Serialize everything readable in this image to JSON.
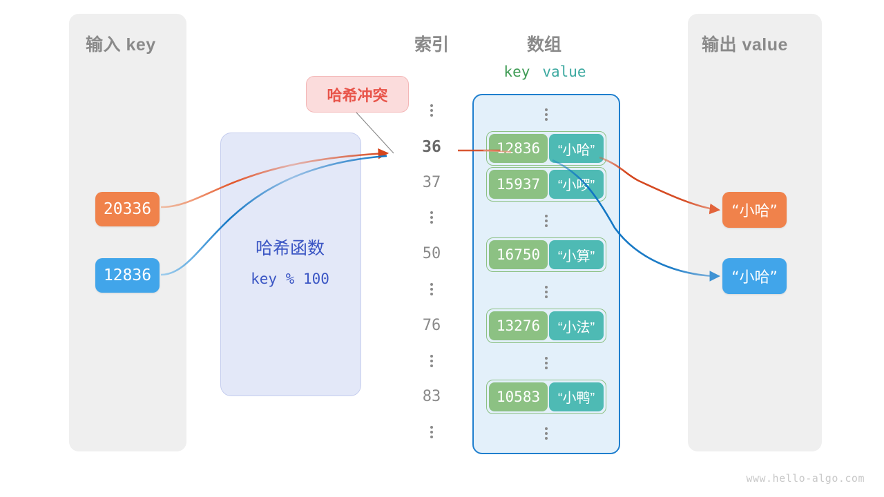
{
  "watermark": "www.hello-algo.com",
  "input_panel": {
    "title": "输入 key"
  },
  "output_panel": {
    "title": "输出 value"
  },
  "input_keys": [
    {
      "value": "20336",
      "color": "#F0824B"
    },
    {
      "value": "12836",
      "color": "#41A5EA"
    }
  ],
  "output_values": [
    {
      "value": "“小哈”",
      "color": "#F0824B"
    },
    {
      "value": "“小哈”",
      "color": "#41A5EA"
    }
  ],
  "hash_function": {
    "title": "哈希函数",
    "formula": "key % 100",
    "color": "#3B56C4"
  },
  "collision_callout": {
    "label": "哈希冲突",
    "color": "#E8544A"
  },
  "headers": {
    "index": "索引",
    "array": "数组",
    "key": "key",
    "value": "value",
    "key_color": "#3E9B54",
    "value_color": "#3CA9A0"
  },
  "index_column": [
    {
      "type": "dots"
    },
    {
      "type": "index",
      "label": "36",
      "highlight": true
    },
    {
      "type": "index",
      "label": "37",
      "highlight": false
    },
    {
      "type": "dots"
    },
    {
      "type": "index",
      "label": "50",
      "highlight": false
    },
    {
      "type": "dots"
    },
    {
      "type": "index",
      "label": "76",
      "highlight": false
    },
    {
      "type": "dots"
    },
    {
      "type": "index",
      "label": "83",
      "highlight": false
    },
    {
      "type": "dots"
    }
  ],
  "array_rows": [
    {
      "type": "dots"
    },
    {
      "type": "entry",
      "key": "12836",
      "value": "“小哈”"
    },
    {
      "type": "entry",
      "key": "15937",
      "value": "“小啰”"
    },
    {
      "type": "dots"
    },
    {
      "type": "entry",
      "key": "16750",
      "value": "“小算”"
    },
    {
      "type": "dots"
    },
    {
      "type": "entry",
      "key": "13276",
      "value": "“小法”"
    },
    {
      "type": "dots"
    },
    {
      "type": "entry",
      "key": "10583",
      "value": "“小鸭”"
    },
    {
      "type": "dots"
    }
  ],
  "colors": {
    "array_fill": "#E3F0FA",
    "array_border": "#1F7FCE",
    "key_box": "#8CC183",
    "value_box": "#4EBAB4",
    "panel": "#EFEFEF",
    "hash_box": "#E3E8F8"
  }
}
